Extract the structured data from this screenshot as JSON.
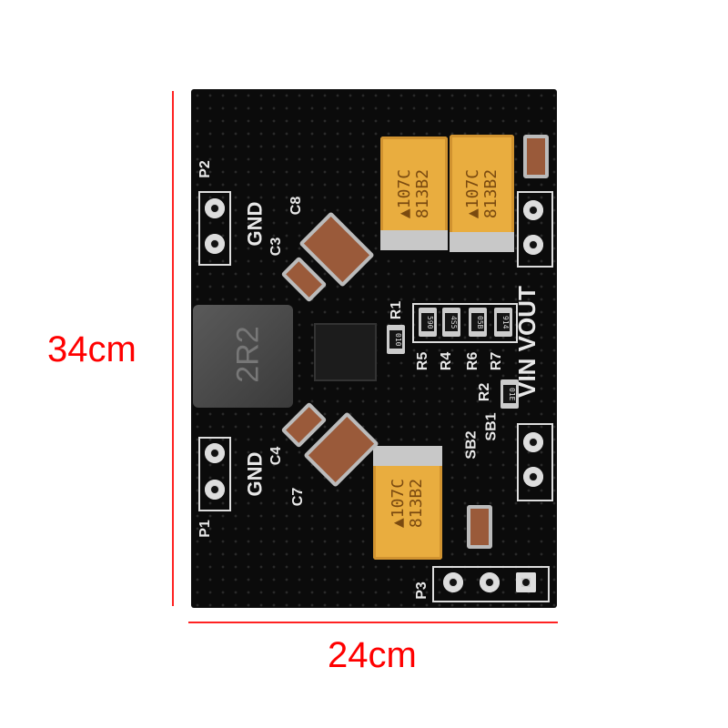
{
  "dimensions": {
    "height_label": "34cm",
    "width_label": "24cm"
  },
  "board": {
    "labels": {
      "p1": "P1",
      "p2": "P2",
      "p3": "P3",
      "gnd_top": "GND",
      "gnd_bottom": "GND",
      "c3": "C3",
      "c4": "C4",
      "c7": "C7",
      "c8": "C8",
      "r1": "R1",
      "r2": "R2",
      "r4": "R4",
      "r5": "R5",
      "r6": "R6",
      "r7": "R7",
      "sb1": "SB1",
      "sb2": "SB2",
      "vin_vout": "VIN VOUT"
    },
    "inductor": "2R2",
    "capacitors": [
      {
        "line1": "▲107C",
        "line2": "813B2"
      },
      {
        "line1": "▲107C",
        "line2": "813B2"
      },
      {
        "line1": "▲107C",
        "line2": "813B2"
      }
    ],
    "resistor_codes": {
      "r1": "010",
      "r5": "590",
      "r4": "4S5",
      "r6": "05B",
      "r7": "914",
      "r2": "01E"
    }
  }
}
